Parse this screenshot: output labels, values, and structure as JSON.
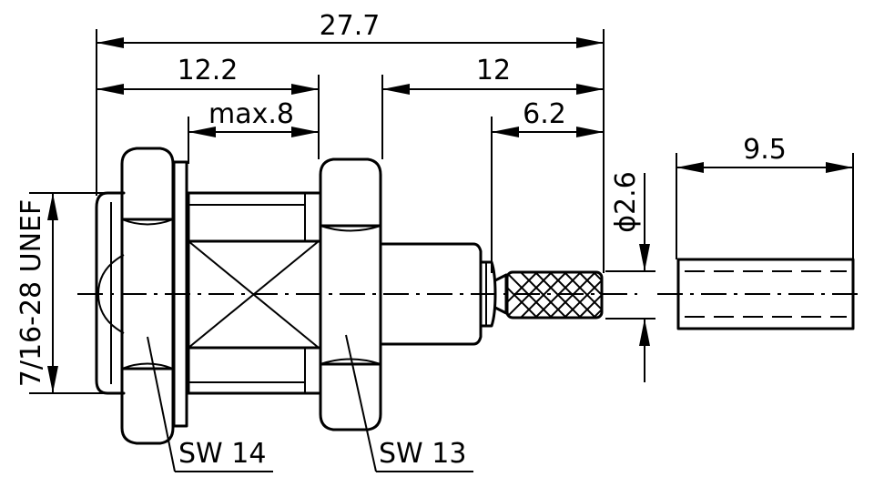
{
  "dimensions": {
    "overall_length": "27.7",
    "nut_section_length": "12.2",
    "rear_length": "12",
    "panel_thickness": "max.8",
    "pin_length": "6.2",
    "ferrule_length": "9.5",
    "pin_diameter": "ϕ2.6",
    "thread": "7/16-28 UNEF"
  },
  "callouts": {
    "front_nut": "SW 14",
    "rear_nut": "SW 13"
  }
}
